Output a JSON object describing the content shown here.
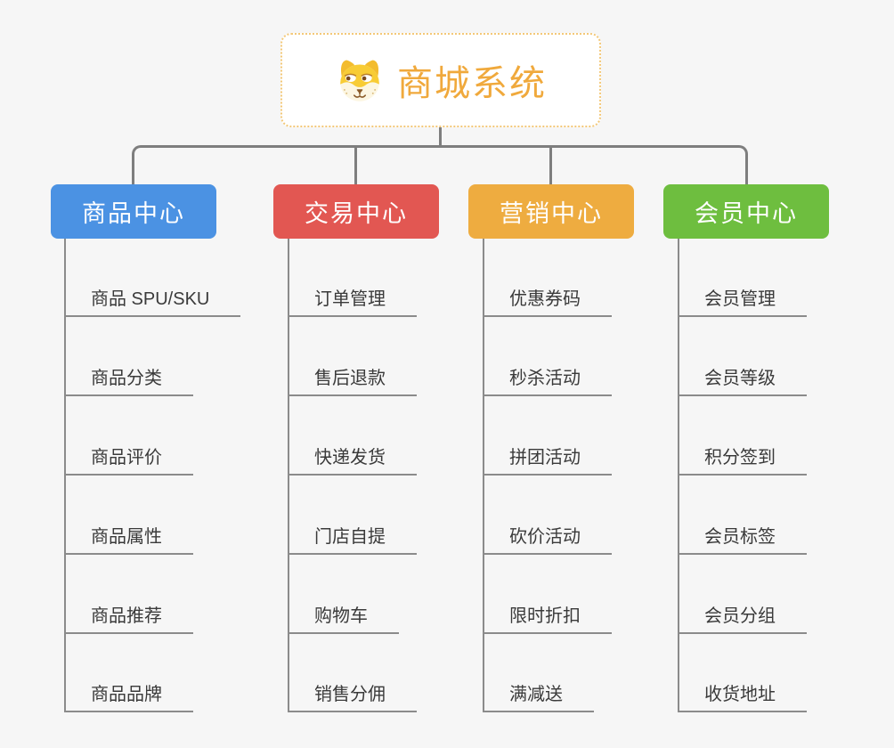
{
  "root": {
    "title": "商城系统",
    "icon": "dog-face-icon",
    "text_color": "#f0a93c",
    "border_color": "#f3c878"
  },
  "connector_color": "#7e7e7e",
  "branch_line_color": "#8b8b8b",
  "branches": [
    {
      "label": "商品中心",
      "color": "#4b92e3",
      "items": [
        "商品 SPU/SKU",
        "商品分类",
        "商品评价",
        "商品属性",
        "商品推荐",
        "商品品牌"
      ]
    },
    {
      "label": "交易中心",
      "color": "#e25752",
      "items": [
        "订单管理",
        "售后退款",
        "快递发货",
        "门店自提",
        "购物车",
        "销售分佣"
      ]
    },
    {
      "label": "营销中心",
      "color": "#eeac40",
      "items": [
        "优惠券码",
        "秒杀活动",
        "拼团活动",
        "砍价活动",
        "限时折扣",
        "满减送"
      ]
    },
    {
      "label": "会员中心",
      "color": "#6ebe3f",
      "items": [
        "会员管理",
        "会员等级",
        "积分签到",
        "会员标签",
        "会员分组",
        "收货地址"
      ]
    }
  ]
}
